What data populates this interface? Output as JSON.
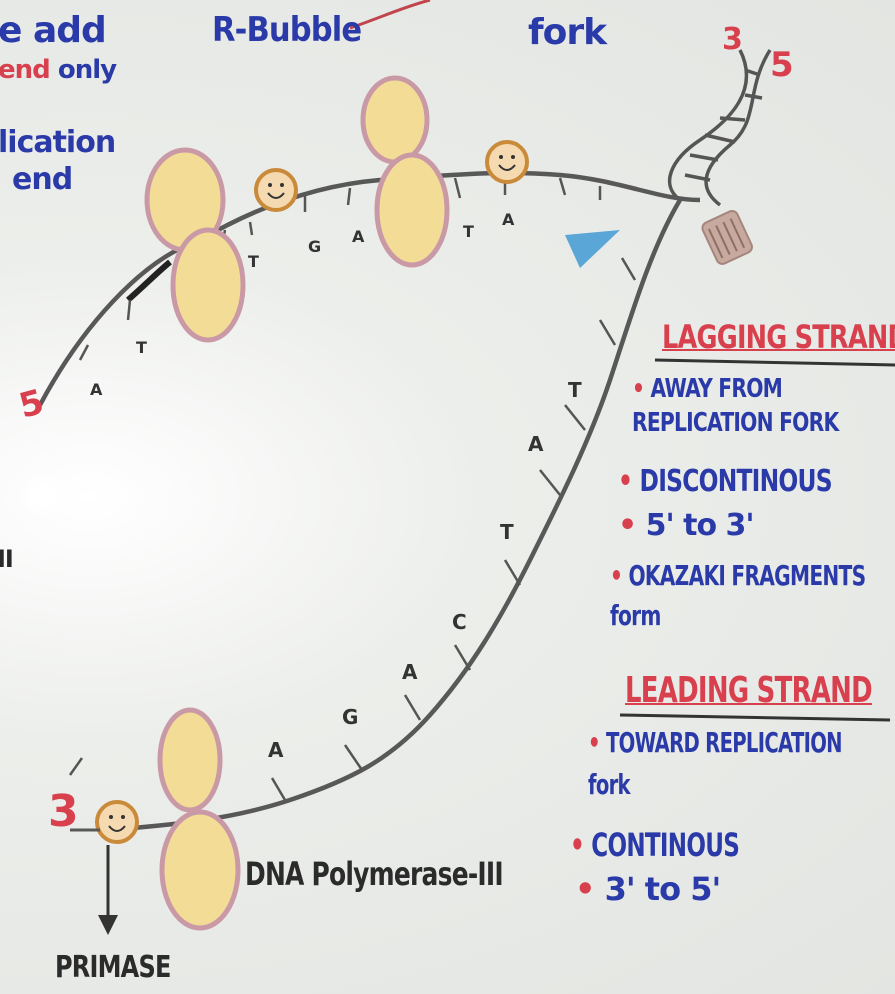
{
  "top_left_note": {
    "line1": "e add",
    "line2_red": "end",
    "line2_blue": "only",
    "line3": "lication",
    "line4": "end"
  },
  "label_r_bubble": "R-Bubble",
  "label_fork": "fork",
  "top_strand_ends": {
    "left": "3",
    "right": "5"
  },
  "end_5_left": "5",
  "end_3_bottom": "3",
  "roman_left": "II",
  "top_strand_bases": [
    "T",
    "G",
    "A",
    "T",
    "A"
  ],
  "left_strand_bases": [
    "A",
    "T"
  ],
  "lower_strand_bases": [
    "A",
    "G",
    "A",
    "C",
    "T",
    "A",
    "T"
  ],
  "lagging": {
    "heading": "LAGGING STRAND",
    "items": [
      "AWAY FROM REPLICATION FORK",
      "DISCONTINOUS",
      "5' to 3'",
      "OKAZAKI FRAGMENTS form"
    ]
  },
  "leading": {
    "heading": "LEADING STRAND",
    "items": [
      "TOWARD REPLICATION fork",
      "CONTINOUS",
      "3' to 5'"
    ]
  },
  "label_dna_polymerase": "DNA Polymerase-III",
  "label_primase": "PRIMASE",
  "colors": {
    "blue_marker": "#2a3aa8",
    "red_marker": "#d9404e",
    "enzyme_fill": "#f2dc96",
    "enzyme_outline": "#c99aa6",
    "primer_ring": "#c98a3a",
    "helicase_blue": "#5aa6d6",
    "topoisomerase": "#c7a9a0"
  }
}
